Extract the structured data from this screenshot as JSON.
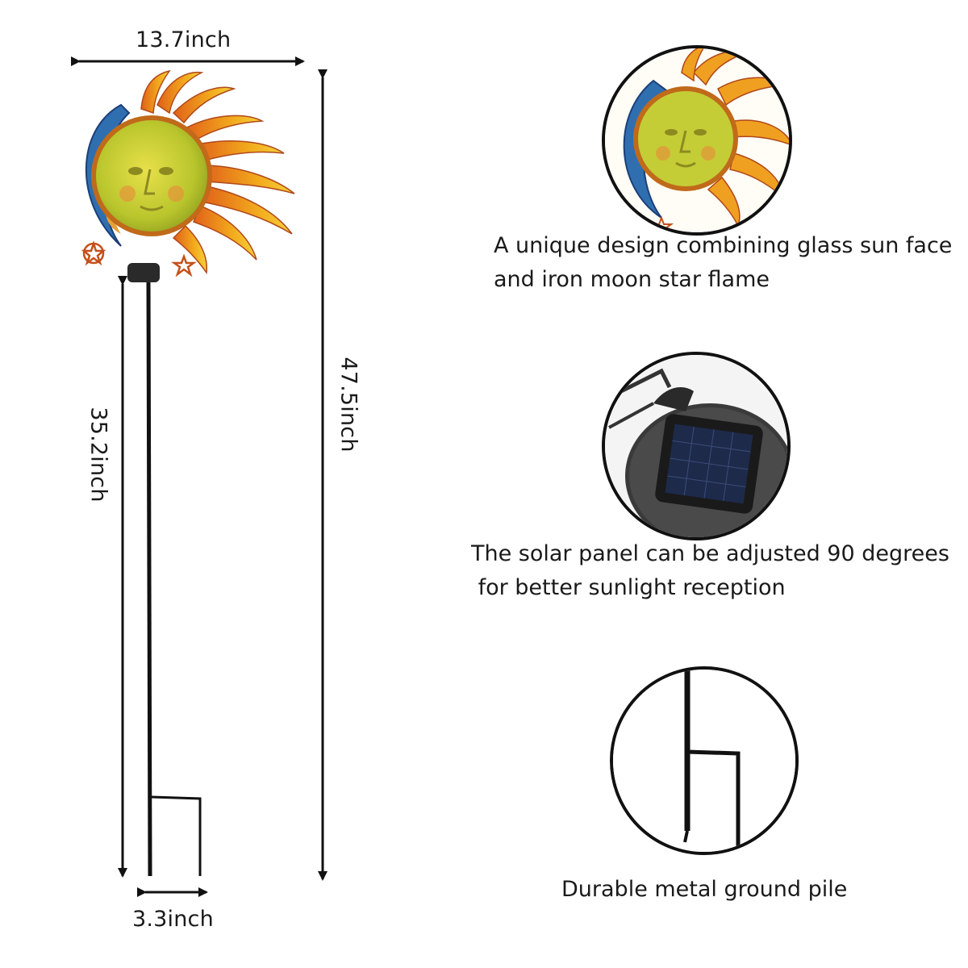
{
  "dimensions": {
    "width_label": "13.7inch",
    "total_height_label": "47.5inch",
    "stake_height_label": "35.2inch",
    "pile_width_label": "3.3inch"
  },
  "features": [
    {
      "icon": "sun-face-icon",
      "caption_lines": [
        "A unique design combining glass sun face",
        "and iron moon star flame"
      ]
    },
    {
      "icon": "solar-panel-icon",
      "caption_lines": [
        "The solar panel can be adjusted 90 degrees",
        " for better sunlight reception"
      ]
    },
    {
      "icon": "ground-pile-icon",
      "caption_lines": [
        "Durable metal ground pile"
      ]
    }
  ],
  "colors": {
    "line": "#111111",
    "sun_face": "#c9d43a",
    "rays": "#e88a1a",
    "moon": "#2f6fb0"
  }
}
